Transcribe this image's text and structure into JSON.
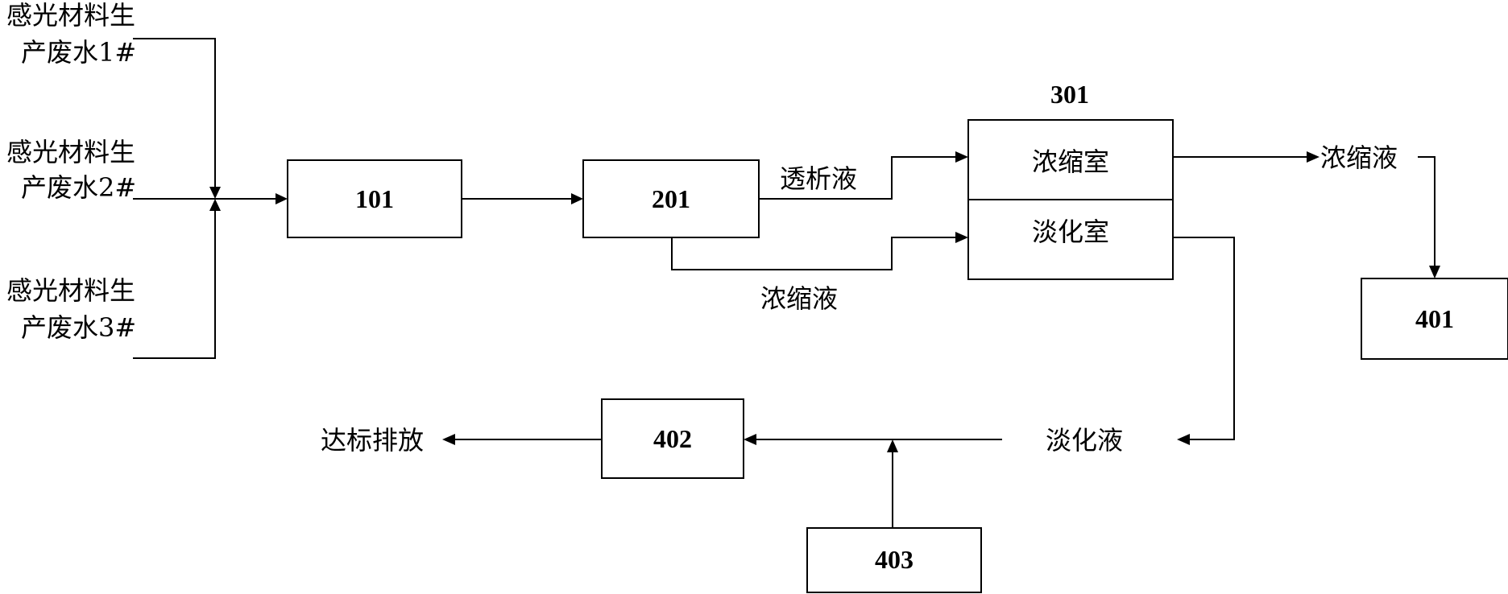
{
  "sources": [
    {
      "line1": "感光材料生",
      "line2": "产废水1#"
    },
    {
      "line1": "感光材料生",
      "line2": "产废水2#"
    },
    {
      "line1": "感光材料生",
      "line2": "产废水3#"
    }
  ],
  "units": {
    "u101": "101",
    "u201": "201",
    "u301": "301",
    "u401": "401",
    "u402": "402",
    "u403": "403"
  },
  "chambers": {
    "concentrate": "浓缩室",
    "dilute": "淡化室"
  },
  "streams": {
    "dialysate": "透析液",
    "concentrate_201": "浓缩液",
    "concentrate_301": "浓缩液",
    "diluate": "淡化液",
    "discharge": "达标排放"
  }
}
